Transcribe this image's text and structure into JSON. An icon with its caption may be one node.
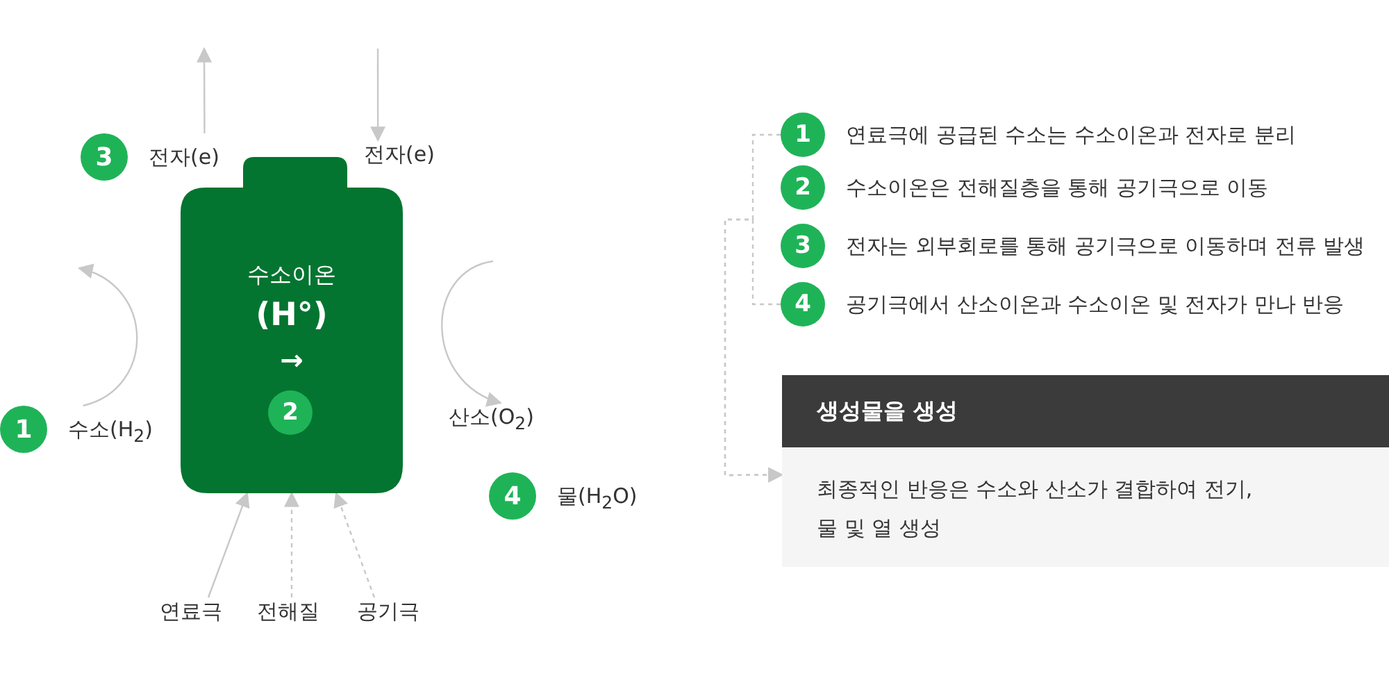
{
  "diagram": {
    "nodes": [
      {
        "text": [
          "수소이온",
          "(H°)",
          "→"
        ]
      },
      {
        "text": [
          "2"
        ],
        "in": 0
      },
      {
        "text": [
          "3"
        ],
        "beside": [
          "전자(e)"
        ]
      },
      {
        "text": [
          "전자(e)"
        ]
      },
      {
        "text": [
          "1"
        ],
        "beside": [
          "수소(H$_{2}$)"
        ]
      },
      {
        "text": [
          "산소(O$_{2}$)"
        ]
      },
      {
        "text": [
          "4"
        ],
        "beside": [
          "물(H$_{2}$O)"
        ]
      },
      {
        "text": [
          "연료극"
        ]
      },
      {
        "text": [
          "전해질"
        ]
      },
      {
        "text": [
          "공기극"
        ]
      },
      {
        "text": [
          "1"
        ],
        "beside": [
          "연료극에 공급된 수소는 수소이온과 전자로 분리"
        ]
      },
      {
        "text": [
          "2"
        ],
        "beside": [
          "수소이온은 전해질층을 통해 공기극으로 이동"
        ]
      },
      {
        "text": [
          "3"
        ],
        "beside": [
          "전자는 외부회로를 통해 공기극으로 이동하며 전류 발생"
        ]
      },
      {
        "text": [
          "4"
        ],
        "beside": [
          "공기극에서 산소이온과 수소이온 및 전자가 만나 반응"
        ]
      },
      {
        "text": [
          "생성물을 생성",
          "최종적인 반응은 수소와 산소가 결합하여 전기, 물 및 열 생성"
        ]
      }
    ],
    "edges": [
      {
        "from": 2,
        "to": null,
        "arrow": "to"
      },
      {
        "from": null,
        "to": 3,
        "arrow": "to"
      },
      {
        "from": 4,
        "to": null,
        "arrow": "to"
      },
      {
        "from": null,
        "to": 5,
        "arrow": "to"
      },
      {
        "from": 7,
        "to": 0,
        "arrow": "to"
      },
      {
        "from": 8,
        "to": 0,
        "arrow": "to",
        "style": "dashed"
      },
      {
        "from": 9,
        "to": 0,
        "arrow": "to",
        "style": "dashed"
      },
      {
        "from": 10,
        "to": 14,
        "arrow": "to",
        "style": "dashed"
      },
      {
        "from": 13,
        "to": 14,
        "arrow": "to",
        "style": "dashed"
      }
    ]
  }
}
